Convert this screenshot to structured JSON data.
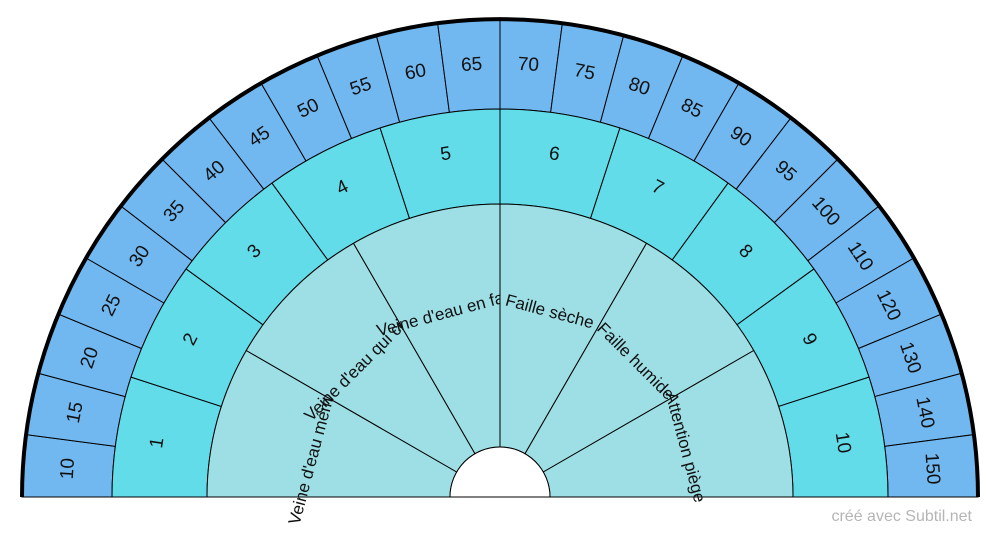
{
  "colors": {
    "outer_ring": "#72B8F0",
    "middle_ring": "#63DCEA",
    "inner_ring": "#9EDFE6",
    "stroke": "#000000",
    "background": "#ffffff",
    "credit": "#b5b5b5"
  },
  "outer_labels": [
    "10",
    "15",
    "20",
    "25",
    "30",
    "35",
    "40",
    "45",
    "50",
    "55",
    "60",
    "65",
    "70",
    "75",
    "80",
    "85",
    "90",
    "95",
    "100",
    "110",
    "120",
    "130",
    "140",
    "150"
  ],
  "middle_labels": [
    "1",
    "2",
    "3",
    "4",
    "5",
    "6",
    "7",
    "8",
    "9",
    "10"
  ],
  "inner_labels": [
    "Veine d'eau mémoire",
    "Veine d'eau qui coule",
    "Veine d'eau en faille",
    "Faille sèche",
    "Faille humide",
    "Attention piège"
  ],
  "credit": "créé avec Subtil.net"
}
